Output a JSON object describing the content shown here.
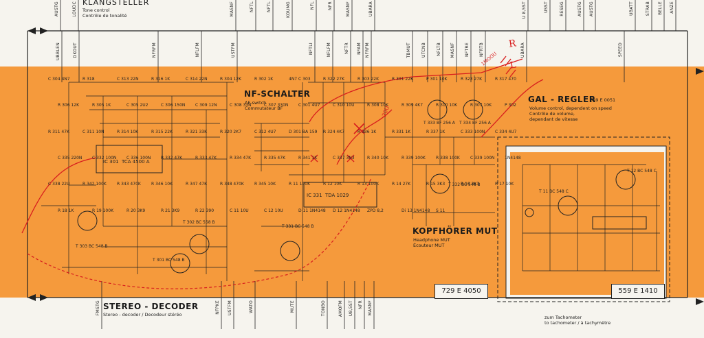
{
  "sections": {
    "tone_control": {
      "title": "KLANGSTELLER",
      "subtitle": "Tone control\nContrôle de tonalité"
    },
    "nf_switch": {
      "title": "NF-SCHALTER",
      "subtitle": "AF-switch\nCommutateur BF"
    },
    "gal_regler": {
      "title": "GAL - REGLER",
      "code": "559 E 0051",
      "subtitle": "Volume control, dependent on speed\nContrôle de volume,\ndependant de vitesse"
    },
    "headphone_mute": {
      "title": "KOPFHÖRER MUT",
      "subtitle": "Headphone MUT\nÉcouteur MUT"
    },
    "stereo_decoder": {
      "title": "STEREO - DECODER",
      "subtitle": "Stereo - decoder / Decodeur stéréo"
    }
  },
  "board_ids": {
    "main": "729 E 4050",
    "gal": "559 E 1410"
  },
  "tachometer_note": "zum Tachometer\nto tachometer / à tachymètre",
  "top_bus_labels": [
    "AUSTG",
    "LOUDC",
    "MASNF",
    "NFTL",
    "NFTL",
    "KOUMG",
    "NFL",
    "NFR",
    "MASNF",
    "UBARA",
    "U 8,5ST",
    "USST",
    "RESEG",
    "AUSTG",
    "AUSTG",
    "UBATT",
    "STRAB",
    "BELLE",
    "ANZE"
  ],
  "left_bus_labels": [
    "UBBLEN",
    "DKOUT",
    "NFRFM",
    "NFLFM",
    "USTFM",
    "NFTLI",
    "NFLFM",
    "NFTR",
    "NFAM",
    "NFRFM",
    "TBMUT",
    "UTCNB",
    "NFLTB",
    "MASNF",
    "NFTRE",
    "NFRTB",
    "UBARA",
    "SPEED"
  ],
  "bottom_bus_labels": [
    "FMSTG",
    "NFPKE",
    "USTFM",
    "WATO",
    "MUTE",
    "TONBO",
    "AMOFM",
    "U8,5ST",
    "NFR",
    "MASNF"
  ],
  "ics": [
    {
      "ref": "IC 301",
      "type": "TCA 4500 A"
    },
    {
      "ref": "IC 331",
      "type": "TDA 1029"
    }
  ],
  "transistors": [
    {
      "ref": "T 302",
      "type": "BC 558 B"
    },
    {
      "ref": "T 301",
      "type": "BC 548 B"
    },
    {
      "ref": "T 303",
      "type": "BC 548 B"
    },
    {
      "ref": "T 331",
      "type": "BC 548 B"
    },
    {
      "ref": "T 332",
      "type": "BC 548 B"
    },
    {
      "ref": "T 333",
      "type": "BF 256 A"
    },
    {
      "ref": "T 334",
      "type": "BF 256 A"
    },
    {
      "ref": "T 11",
      "type": "BC 548 C"
    },
    {
      "ref": "T 12",
      "type": "BC 548 C"
    }
  ],
  "components": [
    "C 304 4N7",
    "R 318",
    "C 313 22N",
    "R 316 1K",
    "C 314 22N",
    "R 304 12K",
    "R 302 1K",
    "4N7 C 303",
    "R 322 27K",
    "R 303 22K",
    "R 301 22K",
    "P 301 10K",
    "R 323 27K",
    "R 317 470",
    "R 306 12K",
    "R 305 1K",
    "C 305 2U2",
    "C 306 150N",
    "C 309 12N",
    "C 308 33N",
    "C 307 330N",
    "C 301 4U7",
    "C 310 10U",
    "R 308 10K",
    "R 309 4K7",
    "R 310 10K",
    "R 307 10K",
    "P 302",
    "R 311 47K",
    "C 311 10N",
    "R 314 10K",
    "R 315 22K",
    "R 321 33K",
    "R 320 2K7",
    "C 312 4U7",
    "D 301 BA 159",
    "R 324 4K7",
    "R 336 1K",
    "R 331 1K",
    "R 337 1K",
    "C 333 100N",
    "C 334 4U7",
    "C 335 220N",
    "C 332 100N",
    "C 336 100N",
    "R 332 47K",
    "R 333 47K",
    "R 334 47K",
    "R 335 47K",
    "R 341 1K",
    "C 337 3N3",
    "R 340 10K",
    "R 339 100K",
    "R 338 100K",
    "C 339 100N",
    "1N4148",
    "C 338 22U",
    "R 342 100K",
    "R 343 470K",
    "R 346 10K",
    "R 347 47K",
    "R 348 470K",
    "R 345 10K",
    "R 11 100K",
    "R 12 10K",
    "R 13 100K",
    "R 14 27K",
    "R 15 3K3",
    "R 16 3K3",
    "R 17 10K",
    "R 18 1K",
    "R 19 100K",
    "R 20 3K9",
    "R 21 3K9",
    "R 22 390",
    "C 11 10U",
    "C 12 10U",
    "D 11 1N4148",
    "D 12 1N4148",
    "ZPD 8,2",
    "Di 13 1N4148",
    "S 11"
  ],
  "annotations": {
    "r_label": "R",
    "l_label": "L",
    "note1": "1MOOU",
    "note2": "20U"
  },
  "colors": {
    "board": "#f59a3c",
    "ink": "#222222",
    "annotation": "#d81e1e",
    "paper": "#f6f4ee"
  }
}
